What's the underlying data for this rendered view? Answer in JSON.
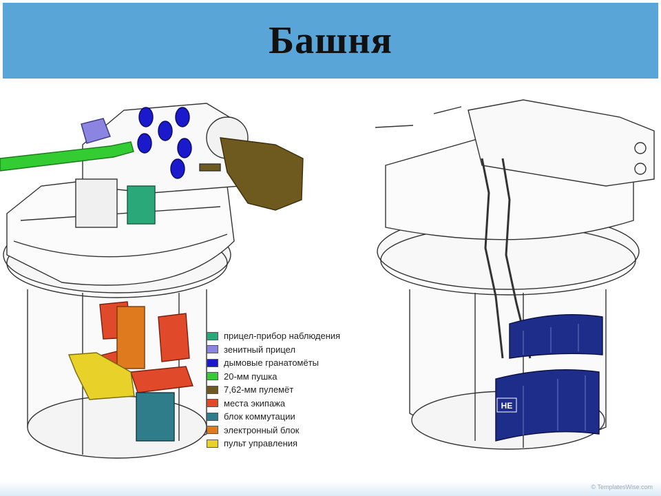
{
  "slide": {
    "title": "Башня",
    "credit": "© TemplatesWise.com"
  },
  "legend": [
    {
      "label": "прицел-прибор наблюдения",
      "color": "#2aa87a"
    },
    {
      "label": "зенитный прицел",
      "color": "#8b84e0"
    },
    {
      "label": "дымовые гранатомёты",
      "color": "#1a1acc"
    },
    {
      "label": "20-мм пушка",
      "color": "#33cc33"
    },
    {
      "label": "7,62-мм пулемёт",
      "color": "#6e5a1e"
    },
    {
      "label": "места экипажа",
      "color": "#e04a2a"
    },
    {
      "label": "блок коммутации",
      "color": "#2f7d8a"
    },
    {
      "label": "электронный блок",
      "color": "#e07a1e"
    },
    {
      "label": "пульт управления",
      "color": "#e8d22a"
    }
  ],
  "right_unit": {
    "label": "HE"
  }
}
